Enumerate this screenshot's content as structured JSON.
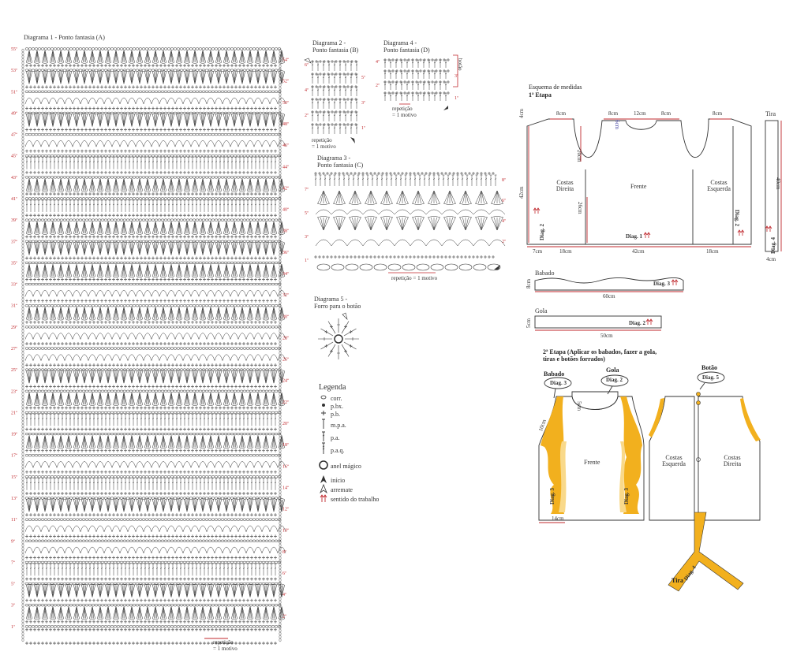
{
  "colors": {
    "line": "#333333",
    "red": "#c0282d",
    "yellow": "#f2b01e",
    "pale_yellow": "#f9d98a",
    "bg": "#ffffff"
  },
  "diagram1": {
    "title": "Diagrama 1 - Ponto fantasia (A)",
    "rows_left": [
      "55ª",
      "53ª",
      "51ª",
      "49ª",
      "47ª",
      "45ª",
      "43ª",
      "41ª",
      "39ª",
      "37ª",
      "35ª",
      "33ª",
      "31ª",
      "29ª",
      "27ª",
      "25ª",
      "23ª",
      "21ª",
      "19ª",
      "17ª",
      "15ª",
      "13ª",
      "11ª",
      "9ª",
      "7ª",
      "5ª",
      "3ª",
      "1ª"
    ],
    "rows_right": [
      "54ª",
      "52ª",
      "50ª",
      "48ª",
      "46ª",
      "44ª",
      "42ª",
      "40ª",
      "38ª",
      "36ª",
      "34ª",
      "32ª",
      "30ª",
      "28ª",
      "26ª",
      "24ª",
      "22ª",
      "20ª",
      "18ª",
      "16ª",
      "14ª",
      "12ª",
      "10ª",
      "8ª",
      "6ª",
      "4ª",
      "2ª"
    ],
    "repeat": "repetição",
    "repeat2": "= 1 motivo"
  },
  "diagram2": {
    "title": "Diagrama 2 -",
    "subtitle": "Ponto fantasia (B)",
    "rows_left": [
      "6ª",
      "4ª",
      "2ª"
    ],
    "rows_right": [
      "5ª",
      "3ª",
      "1ª"
    ],
    "repeat": "repetição",
    "repeat2": "= 1 motivo"
  },
  "diagram3": {
    "title": "Diagrama 3 -",
    "subtitle": "Ponto fantasia (C)",
    "rows_left": [
      "7ª",
      "5ª",
      "3ª",
      "1ª"
    ],
    "rows_right": [
      "8ª",
      "6ª",
      "4ª",
      "2ª"
    ],
    "repeat": "repetição = 1 motivo"
  },
  "diagram4": {
    "title": "Diagrama 4 -",
    "subtitle": "Ponto fantasia (D)",
    "rows_left": [
      "4ª",
      "2ª"
    ],
    "rows_right": [
      "3ª",
      "1ª"
    ],
    "side": "botão",
    "repeat": "repetição",
    "repeat2": "= 1 motivo"
  },
  "diagram5": {
    "title": "Diagrama 5 -",
    "subtitle": "Forro para o botão"
  },
  "legend": {
    "title": "Legenda",
    "items": [
      {
        "icon": "chain-icon",
        "label": "corr."
      },
      {
        "icon": "slip-stitch-icon",
        "label": "p.bx."
      },
      {
        "icon": "single-crochet-icon",
        "label": "p.b."
      },
      {
        "icon": "half-double-icon",
        "label": "m.p.a."
      },
      {
        "icon": "double-crochet-icon",
        "label": "p.a."
      },
      {
        "icon": "treble-crochet-icon",
        "label": "p.a.q."
      },
      {
        "icon": "magic-ring-icon",
        "label": "anel mágico"
      },
      {
        "icon": "start-arrow-icon",
        "label": "início"
      },
      {
        "icon": "finish-arrow-icon",
        "label": "arremate"
      },
      {
        "icon": "direction-arrow-icon",
        "label": "sentido do trabalho"
      }
    ]
  },
  "schema": {
    "title": "Esquema de medidas",
    "stage1": "1ª Etapa",
    "top": [
      "8cm",
      "8cm",
      "12cm",
      "8cm",
      "8cm"
    ],
    "left": [
      "4cm",
      "42cm"
    ],
    "armhole": "20cm",
    "neck": "6cm",
    "inner": "26cm",
    "labels": {
      "costas_direita": "Costas Direita",
      "frente": "Frente",
      "costas_esquerda": "Costas Esquerda",
      "tira": "Tira"
    },
    "diag1": "Diag. 1",
    "diag2": "Diag. 2",
    "diag4": "Diag. 4",
    "bottom": [
      "7cm",
      "18cm",
      "42cm",
      "18cm"
    ],
    "tira_dims": [
      "40cm",
      "4cm"
    ],
    "babado": {
      "title": "Babado",
      "height": "8cm",
      "width": "60cm",
      "diag": "Diag. 3"
    },
    "gola": {
      "title": "Gola",
      "height": "5cm",
      "width": "50cm",
      "diag": "Diag. 2"
    }
  },
  "stage2": {
    "title": "2ª Etapa (Aplicar os babados, fazer a gola,",
    "title2": "tiras e botões forrados)",
    "labels": {
      "babado": "Babado",
      "gola": "Gola",
      "botao": "Botão",
      "frente": "Frente",
      "costas_esquerda": "Costas Esquerda",
      "costas_direita": "Costas Direita",
      "tira": "Tira"
    },
    "bubbles": [
      "Diag. 3",
      "Diag. 2",
      "Diag. 5"
    ],
    "dims": [
      "10cm",
      "5cm",
      "14cm"
    ],
    "diag_side": "Diag. 3",
    "diag_tira": "Diag. 4"
  }
}
